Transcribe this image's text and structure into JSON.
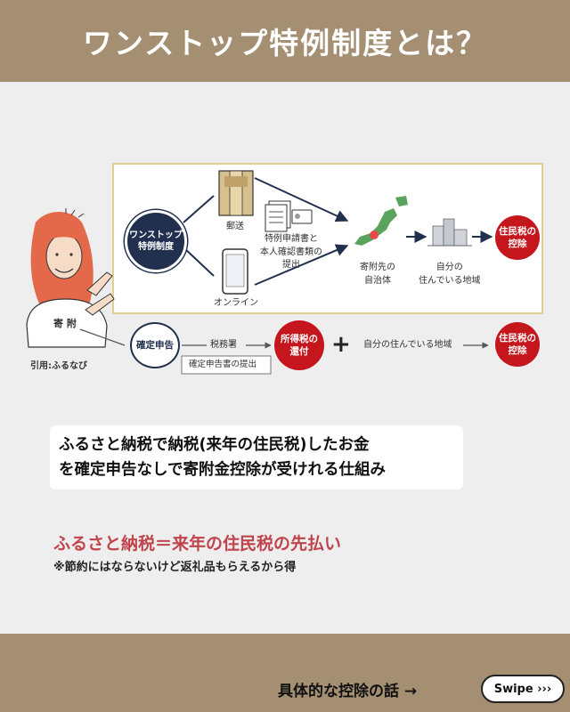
{
  "header": {
    "title": "ワンストップ特例制度とは？"
  },
  "diagram": {
    "one_stop": "ワンストップ\n特例制度",
    "mail": "郵送",
    "online": "オンライン",
    "docs": "特例申請書と\n本人確認書類の\n提出",
    "donee": "寄附先の\n自治体",
    "home_area": "自分の\n住んでいる地域",
    "deduction_top": "住民税の\n控除",
    "donation": "寄 附",
    "tax_return": "確定申告",
    "tax_office": "税務署",
    "tax_return_submit": "確定申告書の提出",
    "income_tax_refund": "所得税の\n還付",
    "plus": "+",
    "home_area_inline": "自分の住んでいる地域",
    "deduction_bottom": "住民税の\n控除",
    "source": "引用:ふるなび"
  },
  "summary": {
    "line1": "ふるさと納税で納税(来年の住民税)したお金",
    "line2": "を確定申告なしで寄附金控除が受けれる仕組み"
  },
  "highlight": "ふるさと納税＝来年の住民税の先払い",
  "note": "※節約にはならないけど返礼品もらえるから得",
  "footer": {
    "next_text": "具体的な控除の話 →",
    "swipe_label": "Swipe ›››"
  },
  "colors": {
    "header_bg": "#a48f73",
    "navy": "#22304f",
    "red": "#c4161c",
    "highlight_text": "#c0444c"
  }
}
